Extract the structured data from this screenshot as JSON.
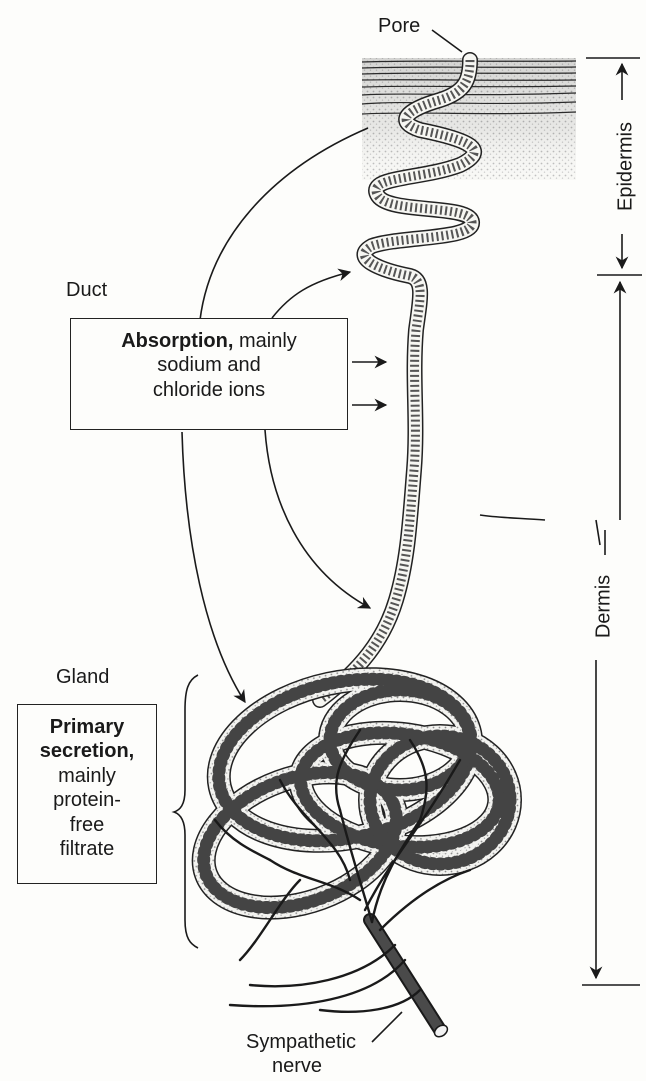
{
  "labels": {
    "pore": "Pore",
    "duct": "Duct",
    "gland": "Gland",
    "sympathetic_nerve_line1": "Sympathetic",
    "sympathetic_nerve_line2": "nerve",
    "epidermis": "Epidermis",
    "dermis": "Dermis"
  },
  "absorption_box": {
    "bold": "Absorption,",
    "line1_rest": " mainly",
    "line2": "sodium and",
    "line3": "chloride ions"
  },
  "secretion_box": {
    "bold_line1": "Primary",
    "bold_line2": "secretion,",
    "line3": "mainly",
    "line4": "protein-",
    "line5": "free",
    "line6": "filtrate"
  },
  "colors": {
    "ink": "#1a1a1a",
    "stipple": "#9a9a9a",
    "background": "#fdfdfb"
  }
}
